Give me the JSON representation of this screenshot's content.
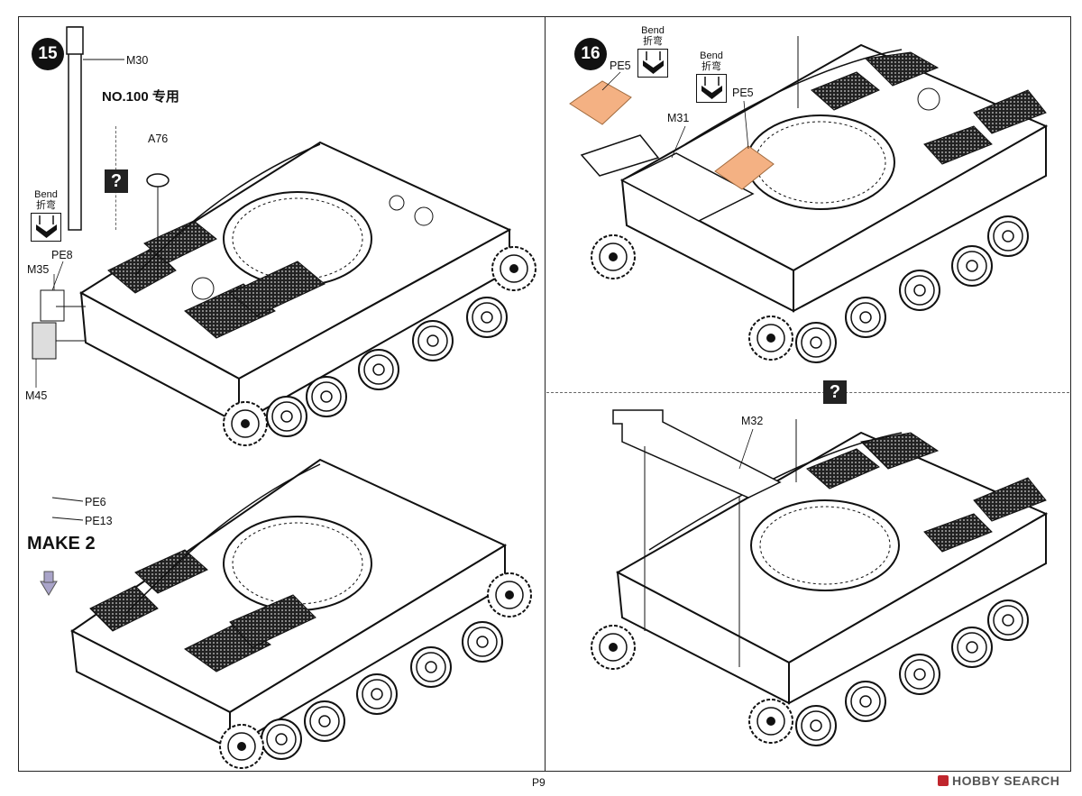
{
  "page": {
    "number": "P9",
    "watermark": "HOBBY SEARCH"
  },
  "steps": [
    {
      "number": "15",
      "variant_note": "NO.100 专用"
    },
    {
      "number": "16"
    }
  ],
  "query_marker": "?",
  "bend": {
    "label_en": "Bend",
    "label_zh": "折弯"
  },
  "make_note": "MAKE 2",
  "parts": {
    "m30": "M30",
    "a76": "A76",
    "m35": "M35",
    "pe8": "PE8",
    "m45": "M45",
    "pe6": "PE6",
    "pe13": "PE13",
    "pe5": "PE5",
    "m31": "M31",
    "m32": "M32"
  },
  "colors": {
    "photo_etch": "#f4b183",
    "step_badge": "#111111",
    "hint_arrow": "#a9a4c9"
  }
}
